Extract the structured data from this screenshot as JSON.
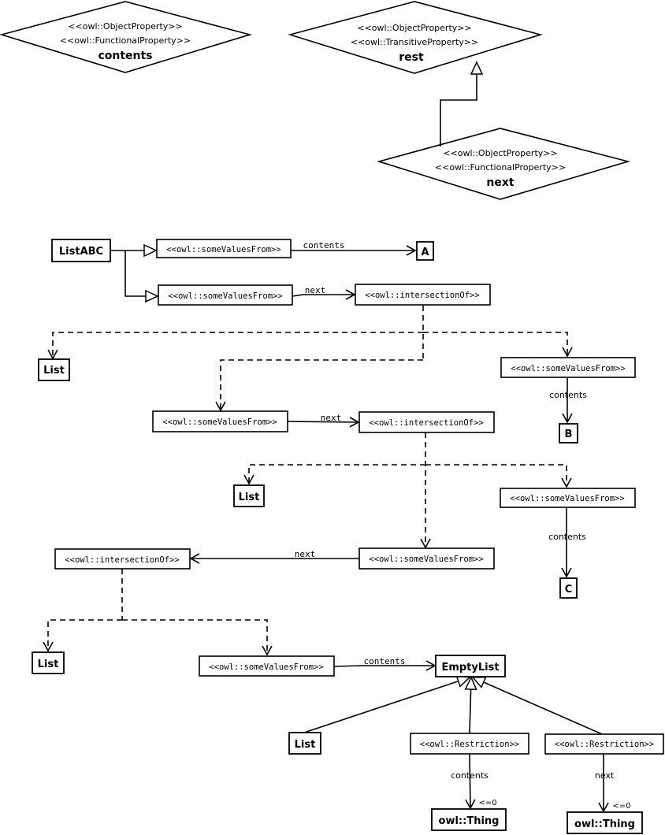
{
  "properties": [
    {
      "stereo1": "<<owl::ObjectProperty>>",
      "stereo2": "<<owl::FunctionalProperty>>",
      "name": "contents"
    },
    {
      "stereo1": "<<owl::ObjectProperty>>",
      "stereo2": "<<owl::TransitiveProperty>>",
      "name": "rest"
    },
    {
      "stereo1": "<<owl::ObjectProperty>>",
      "stereo2": "<<owl::FunctionalProperty>>",
      "name": "next"
    }
  ],
  "nodes": {
    "listabc": "ListABC",
    "svf1": "<<owl::someValuesFrom>>",
    "a": "A",
    "svf2": "<<owl::someValuesFrom>>",
    "inter1": "<<owl::intersectionOf>>",
    "list1": "List",
    "svf3": "<<owl::someValuesFrom>>",
    "b": "B",
    "svf4": "<<owl::someValuesFrom>>",
    "inter2": "<<owl::intersectionOf>>",
    "list2": "List",
    "svf5": "<<owl::someValuesFrom>>",
    "c": "C",
    "svf6": "<<owl::someValuesFrom>>",
    "inter3": "<<owl::intersectionOf>>",
    "list3": "List",
    "svf7": "<<owl::someValuesFrom>>",
    "emptylist": "EmptyList",
    "list4": "List",
    "restr1": "<<owl::Restriction>>",
    "restr2": "<<owl::Restriction>>",
    "thing1": "owl::Thing",
    "thing2": "owl::Thing"
  },
  "edges": {
    "contents1": "contents",
    "next1": "next",
    "contents2": "contents",
    "next2": "next",
    "contents3": "contents",
    "next3": "next",
    "contents4": "contents",
    "contents5": "contents",
    "next4": "next",
    "card1": "<=0",
    "card2": "<=0"
  }
}
